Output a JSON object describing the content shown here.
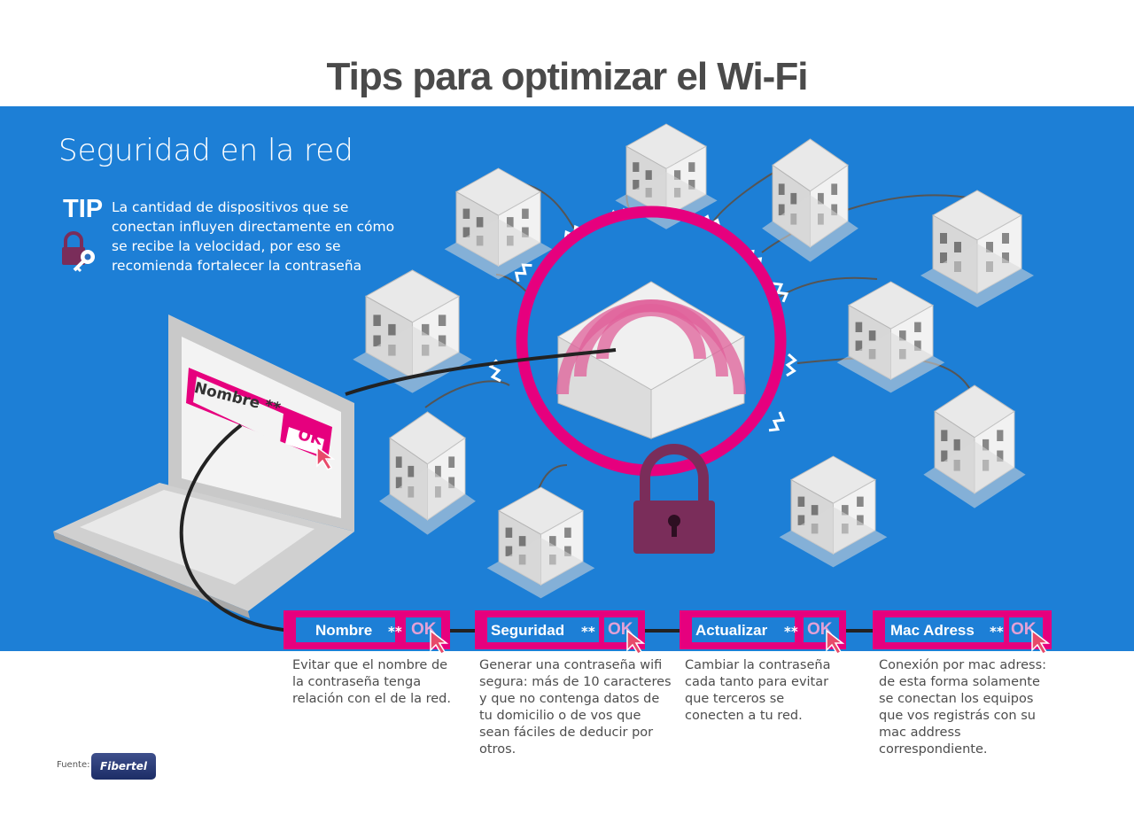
{
  "title": "Tips para optimizar el Wi-Fi",
  "section": {
    "subtitle": "Seguridad en la red",
    "tip_label": "TIP",
    "tip_text": "La cantidad de dispositivos que se conectan influyen directamente en cómo se recibe la velocidad, por eso se recomienda fortalecer la contraseña"
  },
  "laptop": {
    "field_label": "Nombre **",
    "ok_label": "OK"
  },
  "steps": [
    {
      "label": "Nombre",
      "stars": "**",
      "ok": "OK",
      "description": "Evitar que el nombre de la  contraseña tenga relación con el de la red."
    },
    {
      "label": "Seguridad",
      "stars": "**",
      "ok": "OK",
      "description": "Generar una contraseña wifi segura: más de 10 caracteres y que no contenga datos de tu domicilio o de vos que sean fáciles de deducir por otros."
    },
    {
      "label": "Actualizar",
      "stars": "**",
      "ok": "OK",
      "description": "Cambiar la contraseña cada tanto para evitar que terceros se conecten a tu red."
    },
    {
      "label": "Mac Adress",
      "stars": "**",
      "ok": "OK",
      "description": "Conexión por mac adress: de esta forma solamente se conectan los equipos que vos registrás con su mac address correspondiente."
    }
  ],
  "source": {
    "label": "Fuente:",
    "logo_text": "Fibertel"
  },
  "colors": {
    "panel_blue": "#1d7fd6",
    "accent_magenta": "#e6007e",
    "lock_purple": "#7a2d5a",
    "title_gray": "#4a4a4a"
  },
  "icons": [
    "lock-key-icon",
    "house-icon",
    "wifi-signal-icon",
    "padlock-icon",
    "laptop-icon",
    "cursor-arrow-icon"
  ]
}
